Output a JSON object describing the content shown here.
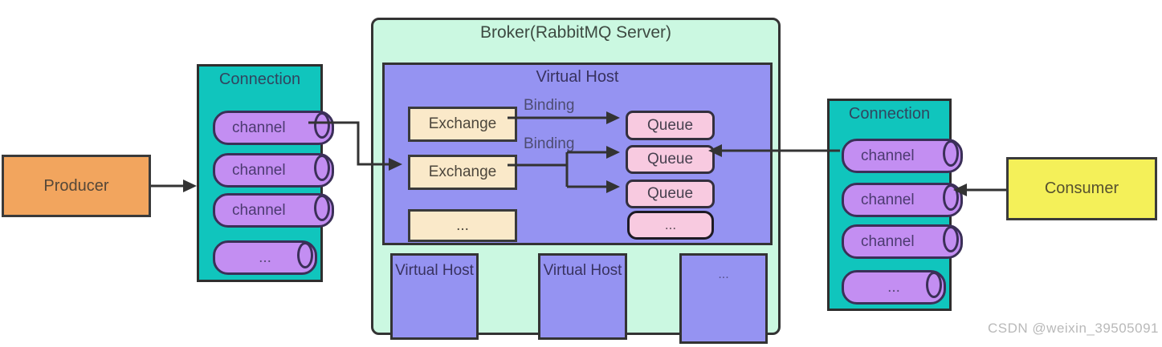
{
  "producer": {
    "label": "Producer"
  },
  "consumer": {
    "label": "Consumer"
  },
  "connections": {
    "left": {
      "title": "Connection",
      "channels": [
        "channel",
        "channel",
        "channel",
        "..."
      ]
    },
    "right": {
      "title": "Connection",
      "channels": [
        "channel",
        "channel",
        "channel",
        "..."
      ]
    }
  },
  "broker": {
    "title": "Broker(RabbitMQ Server)",
    "virtual_host": {
      "title": "Virtual Host",
      "exchanges": [
        "Exchange",
        "Exchange",
        "..."
      ],
      "bindings": [
        "Binding",
        "Binding"
      ],
      "queues": [
        "Queue",
        "Queue",
        "Queue",
        "..."
      ]
    },
    "bottom_hosts": [
      "Virtual Host",
      "Virtual Host",
      "..."
    ]
  },
  "watermark": {
    "text": "CSDN @weixin_39505091"
  },
  "colors": {
    "producer_fill": "#f2a55e",
    "consumer_fill": "#f4f059",
    "connection_fill": "#10c5bd",
    "channel_fill": "#c38ef2",
    "broker_fill": "#cbf8e1",
    "virtual_host_fill": "#9593f2",
    "exchange_fill": "#fae9c9",
    "queue_fill": "#f8cae0",
    "line": "#333333",
    "watermark_text": "#b9b9b9"
  }
}
